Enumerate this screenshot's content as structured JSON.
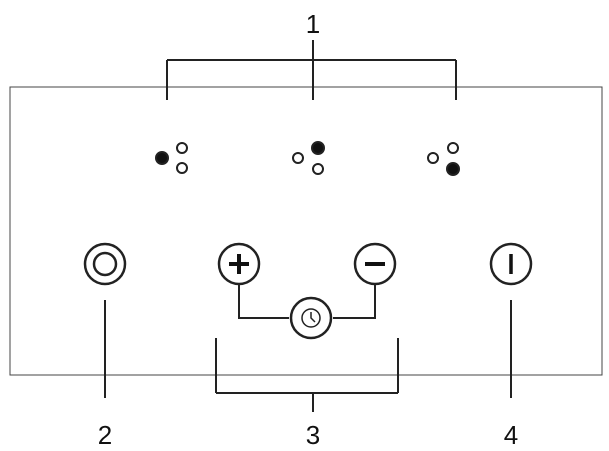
{
  "panel": {
    "background_color": "#ffffff",
    "line_color": "#222222",
    "indicators": [
      {
        "name": "indicator-left",
        "filled": "left"
      },
      {
        "name": "indicator-middle",
        "filled": "top-right"
      },
      {
        "name": "indicator-right",
        "filled": "bottom-right"
      }
    ],
    "buttons": [
      {
        "name": "power-level-button",
        "icon": "concentric-circles-icon"
      },
      {
        "name": "plus-button",
        "icon": "plus-icon"
      },
      {
        "name": "minus-button",
        "icon": "minus-icon"
      },
      {
        "name": "timer-button",
        "icon": "clock-icon"
      },
      {
        "name": "on-off-button",
        "icon": "power-line-icon"
      }
    ]
  },
  "callouts": {
    "c1": "1",
    "c2": "2",
    "c3": "3",
    "c4": "4"
  }
}
